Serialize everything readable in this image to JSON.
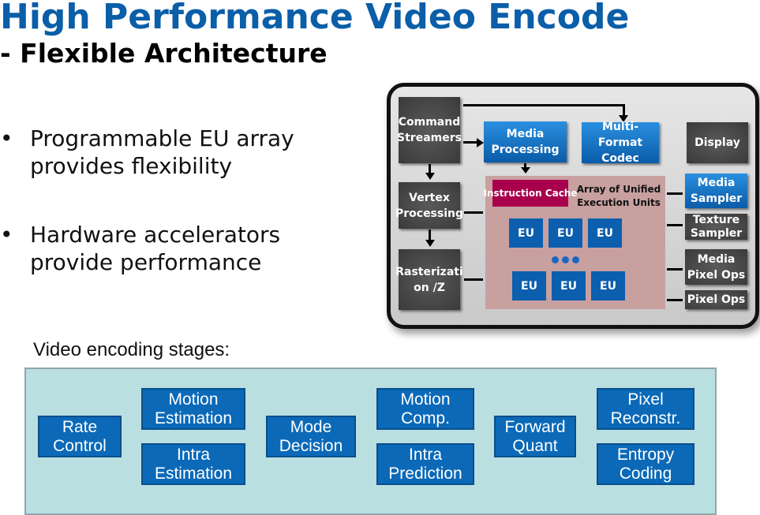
{
  "title": "High Performance Video Encode",
  "subtitle": "- Flexible Architecture",
  "bullets": [
    {
      "symbol": "•",
      "line1": "Programmable EU array",
      "line2": "provides flexibility"
    },
    {
      "symbol": "•",
      "line1": "Hardware accelerators",
      "line2": "provide performance"
    }
  ],
  "diagram": {
    "command_streamers": "Command Streamers",
    "media_processing": "Media Processing",
    "multi_format_codec": "Multi-Format Codec",
    "display": "Display",
    "vertex_processing": "Vertex Processing",
    "rasterization": "Rasterizati on /Z",
    "instruction_cache": "Instruction Cache",
    "array_label": "Array of Unified Execution Units",
    "eu": [
      "EU",
      "EU",
      "EU",
      "EU",
      "EU",
      "EU"
    ],
    "media_sampler": "Media Sampler",
    "texture_sampler": "Texture Sampler",
    "media_pixel_ops": "Media Pixel Ops",
    "pixel_ops": "Pixel Ops"
  },
  "stages": {
    "label": "Video encoding stages:",
    "items": [
      "Rate Control",
      "Motion Estimation",
      "Intra Estimation",
      "Mode Decision",
      "Motion Comp.",
      "Intra Prediction",
      "Forward Quant",
      "Pixel Reconstr.",
      "Entropy Coding"
    ]
  }
}
